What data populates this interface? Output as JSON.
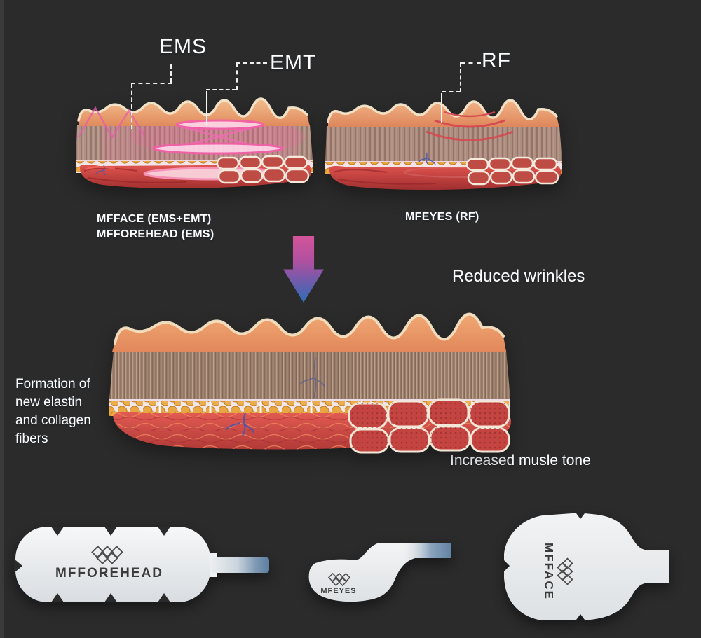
{
  "title_labels": {
    "ems": "EMS",
    "emt": "EMT",
    "rf": "RF"
  },
  "captions": {
    "face_group_line1": "MFFACE (EMS+EMT)",
    "face_group_line2": "MFFOREHEAD (EMS)",
    "eyes_group": "MFEYES (RF)"
  },
  "results": {
    "reduced_wrinkles": "Reduced wrinkles",
    "formation_lines": [
      "Formation of",
      "new elastin",
      "and collagen",
      "fibers"
    ],
    "increased_muscle_tone": "Increased musle tone"
  },
  "devices": {
    "forehead_label": "MFFOREHEAD",
    "eyes_label": "MFEYES",
    "face_label": "MFFACE"
  },
  "icons": {
    "down_arrow_icon": "gradient-down-arrow",
    "device_logo_icon": "diamond-chain-logo"
  },
  "colors": {
    "background": "#2b2b2b",
    "text": "#ffffff",
    "arrow_top": "#d4549b",
    "arrow_bottom": "#2f6db8",
    "ems_wave": "#ff5fa6",
    "rf_wave": "#d6454f",
    "device_body": "#eef0f1",
    "cable_blue": "#5f82a8",
    "device_text": "#3b3b3b",
    "epidermis": "#e8945f",
    "fat": "#e9a741",
    "muscle": "#cc4742"
  }
}
